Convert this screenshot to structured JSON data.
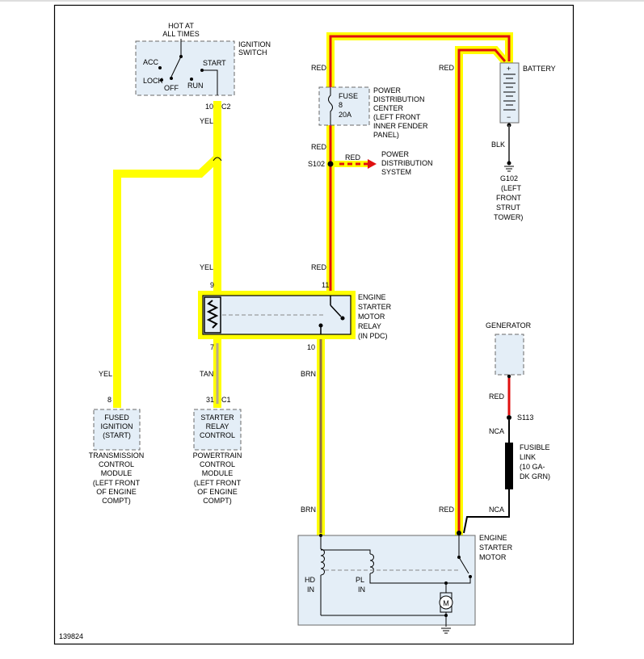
{
  "diagram_id": "139824",
  "colors": {
    "highlight": "#ffff00",
    "red_wire": "#e01010",
    "brn_wire": "#8b6d4a",
    "tan_wire": "#b8a98a",
    "component_fill": "#e4eef7",
    "frame": "#000000"
  },
  "ignition_switch": {
    "title_line1": "IGNITION",
    "title_line2": "SWITCH",
    "hot_line1": "HOT AT",
    "hot_line2": "ALL TIMES",
    "acc": "ACC",
    "lock": "LOCK",
    "off": "OFF",
    "run": "RUN",
    "start": "START",
    "pin": "10",
    "connector": "C2"
  },
  "fuse": {
    "label": "FUSE",
    "number": "8",
    "rating": "20A",
    "pdc_lines": [
      "POWER",
      "DISTRIBUTION",
      "CENTER",
      "(LEFT FRONT",
      "INNER FENDER",
      "PANEL)"
    ]
  },
  "battery": {
    "label": "BATTERY",
    "plus": "+",
    "minus": "−"
  },
  "ground_g102": {
    "wire": "BLK",
    "id": "G102",
    "lines": [
      "(LEFT",
      "FRONT",
      "STRUT",
      "TOWER)"
    ]
  },
  "splice_s102": {
    "id": "S102",
    "wire": "RED",
    "dest_lines": [
      "POWER",
      "DISTRIBUTION",
      "SYSTEM"
    ]
  },
  "relay": {
    "lines": [
      "ENGINE",
      "STARTER",
      "MOTOR",
      "RELAY",
      "(IN PDC)"
    ],
    "pin_9": "9",
    "pin_11": "11",
    "pin_7": "7",
    "pin_10": "10"
  },
  "wires": {
    "yel_ign": "YEL",
    "yel_relay": "YEL",
    "yel_tcm": "YEL",
    "red_fuse_top": "RED",
    "red_fuse_bottom": "RED",
    "red_relay": "RED",
    "red_batt": "RED",
    "tan": "TAN",
    "brn_relay": "BRN",
    "brn_motor": "BRN",
    "red_starter": "RED",
    "nca_starter": "NCA",
    "nca_link": "NCA",
    "red_gen": "RED"
  },
  "tcm": {
    "pin": "8",
    "box_lines": [
      "FUSED",
      "IGNITION",
      "(START)"
    ],
    "name_lines": [
      "TRANSMISSION",
      "CONTROL",
      "MODULE"
    ],
    "loc_lines": [
      "(LEFT FRONT",
      "OF ENGINE",
      "COMPT)"
    ]
  },
  "pcm": {
    "pin": "31",
    "connector": "C1",
    "box_lines": [
      "STARTER",
      "RELAY",
      "CONTROL"
    ],
    "name_lines": [
      "POWERTRAIN",
      "CONTROL",
      "MODULE"
    ],
    "loc_lines": [
      "(LEFT FRONT",
      "OF ENGINE",
      "COMPT)"
    ]
  },
  "generator": {
    "label": "GENERATOR"
  },
  "splice_s113": {
    "id": "S113"
  },
  "fusible_link": {
    "lines": [
      "FUSIBLE",
      "LINK",
      "(10 GA-",
      "DK GRN)"
    ]
  },
  "starter": {
    "lines": [
      "ENGINE",
      "STARTER",
      "MOTOR"
    ],
    "hd_lines": [
      "HD",
      "IN"
    ],
    "pl_lines": [
      "PL",
      "IN"
    ],
    "motor_symbol": "M"
  }
}
